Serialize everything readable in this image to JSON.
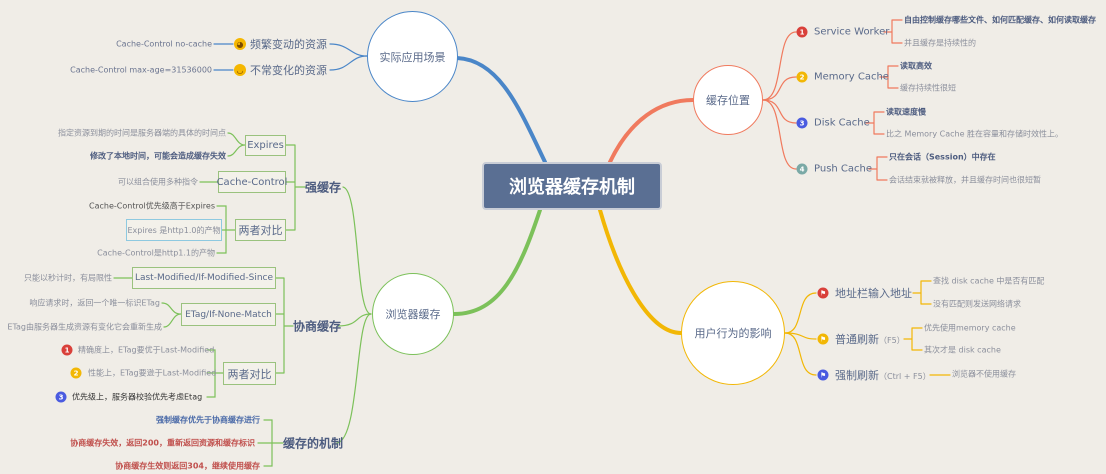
{
  "center": "浏览器缓存机制",
  "colors": {
    "blue": "#4a86c8",
    "green": "#7cc15a",
    "red": "#f07a5e",
    "yellow": "#f2b705",
    "center": "#5a6f93"
  },
  "scenario": {
    "title": "实际应用场景",
    "items": [
      {
        "label": "频繁变动的资源",
        "icon": "laughing-face-icon",
        "detail": "Cache-Control no-cache"
      },
      {
        "label": "不常变化的资源",
        "icon": "smiling-face-icon",
        "detail": "Cache-Control max-age=31536000"
      }
    ]
  },
  "browser_cache": {
    "title": "浏览器缓存",
    "strong": {
      "title": "强缓存",
      "expires": {
        "label": "Expires",
        "details": [
          "指定资源到期的时间是服务器端的具体的时间点",
          "修改了本地时间，可能会造成缓存失效"
        ]
      },
      "cache_control": {
        "label": "Cache-Control",
        "details": [
          "可以组合使用多种指令"
        ]
      },
      "compare": {
        "label": "两者对比",
        "details": [
          "Cache-Control优先级高于Expires",
          "Expires 是http1.0的产物",
          "Cache-Control是http1.1的产物"
        ]
      }
    },
    "negotiate": {
      "title": "协商缓存",
      "last_modified": {
        "label": "Last-Modified/If-Modified-Since",
        "details": [
          "只能以秒计时，有局限性"
        ]
      },
      "etag": {
        "label": "ETag/If-None-Match",
        "details": [
          "响应请求时，返回一个唯一标识ETag",
          "ETag由服务器生成资源有变化它会重新生成"
        ]
      },
      "compare": {
        "label": "两者对比",
        "details": [
          "精确度上，ETag要优于Last-Modified",
          "性能上，ETag要逊于Last-Modified",
          "优先级上，服务器校验优先考虑Etag"
        ],
        "numbers": [
          "1",
          "2",
          "3"
        ]
      }
    },
    "mechanism": {
      "title": "缓存的机制",
      "details": [
        "强制缓存优先于协商缓存进行",
        "协商缓存失效，返回200，重新返回资源和缓存标识",
        "协商缓存生效则返回304，继续使用缓存"
      ]
    }
  },
  "location": {
    "title": "缓存位置",
    "items": [
      {
        "num": "1",
        "label": "Service Worker",
        "details": [
          "自由控制缓存哪些文件、如何匹配缓存、如何读取缓存",
          "并且缓存是持续性的"
        ]
      },
      {
        "num": "2",
        "label": "Memory Cache",
        "details": [
          "读取高效",
          "缓存持续性很短"
        ]
      },
      {
        "num": "3",
        "label": "Disk Cache",
        "details": [
          "读取速度慢",
          "比之 Memory Cache 胜在容量和存储时效性上。"
        ]
      },
      {
        "num": "4",
        "label": "Push Cache",
        "details": [
          "只在会话（Session）中存在",
          "会话结束就被释放，并且缓存时间也很短暂"
        ]
      }
    ]
  },
  "user": {
    "title": "用户行为的影响",
    "items": [
      {
        "label": "地址栏输入地址",
        "suffix": "",
        "details": [
          "查找 disk cache 中是否有匹配",
          "没有匹配则发送网络请求"
        ]
      },
      {
        "label": "普通刷新",
        "suffix": "（F5）",
        "details": [
          "优先使用memory cache",
          "其次才是 disk cache"
        ]
      },
      {
        "label": "强制刷新",
        "suffix": "（Ctrl + F5）",
        "details": [
          "浏览器不使用缓存"
        ]
      }
    ]
  }
}
